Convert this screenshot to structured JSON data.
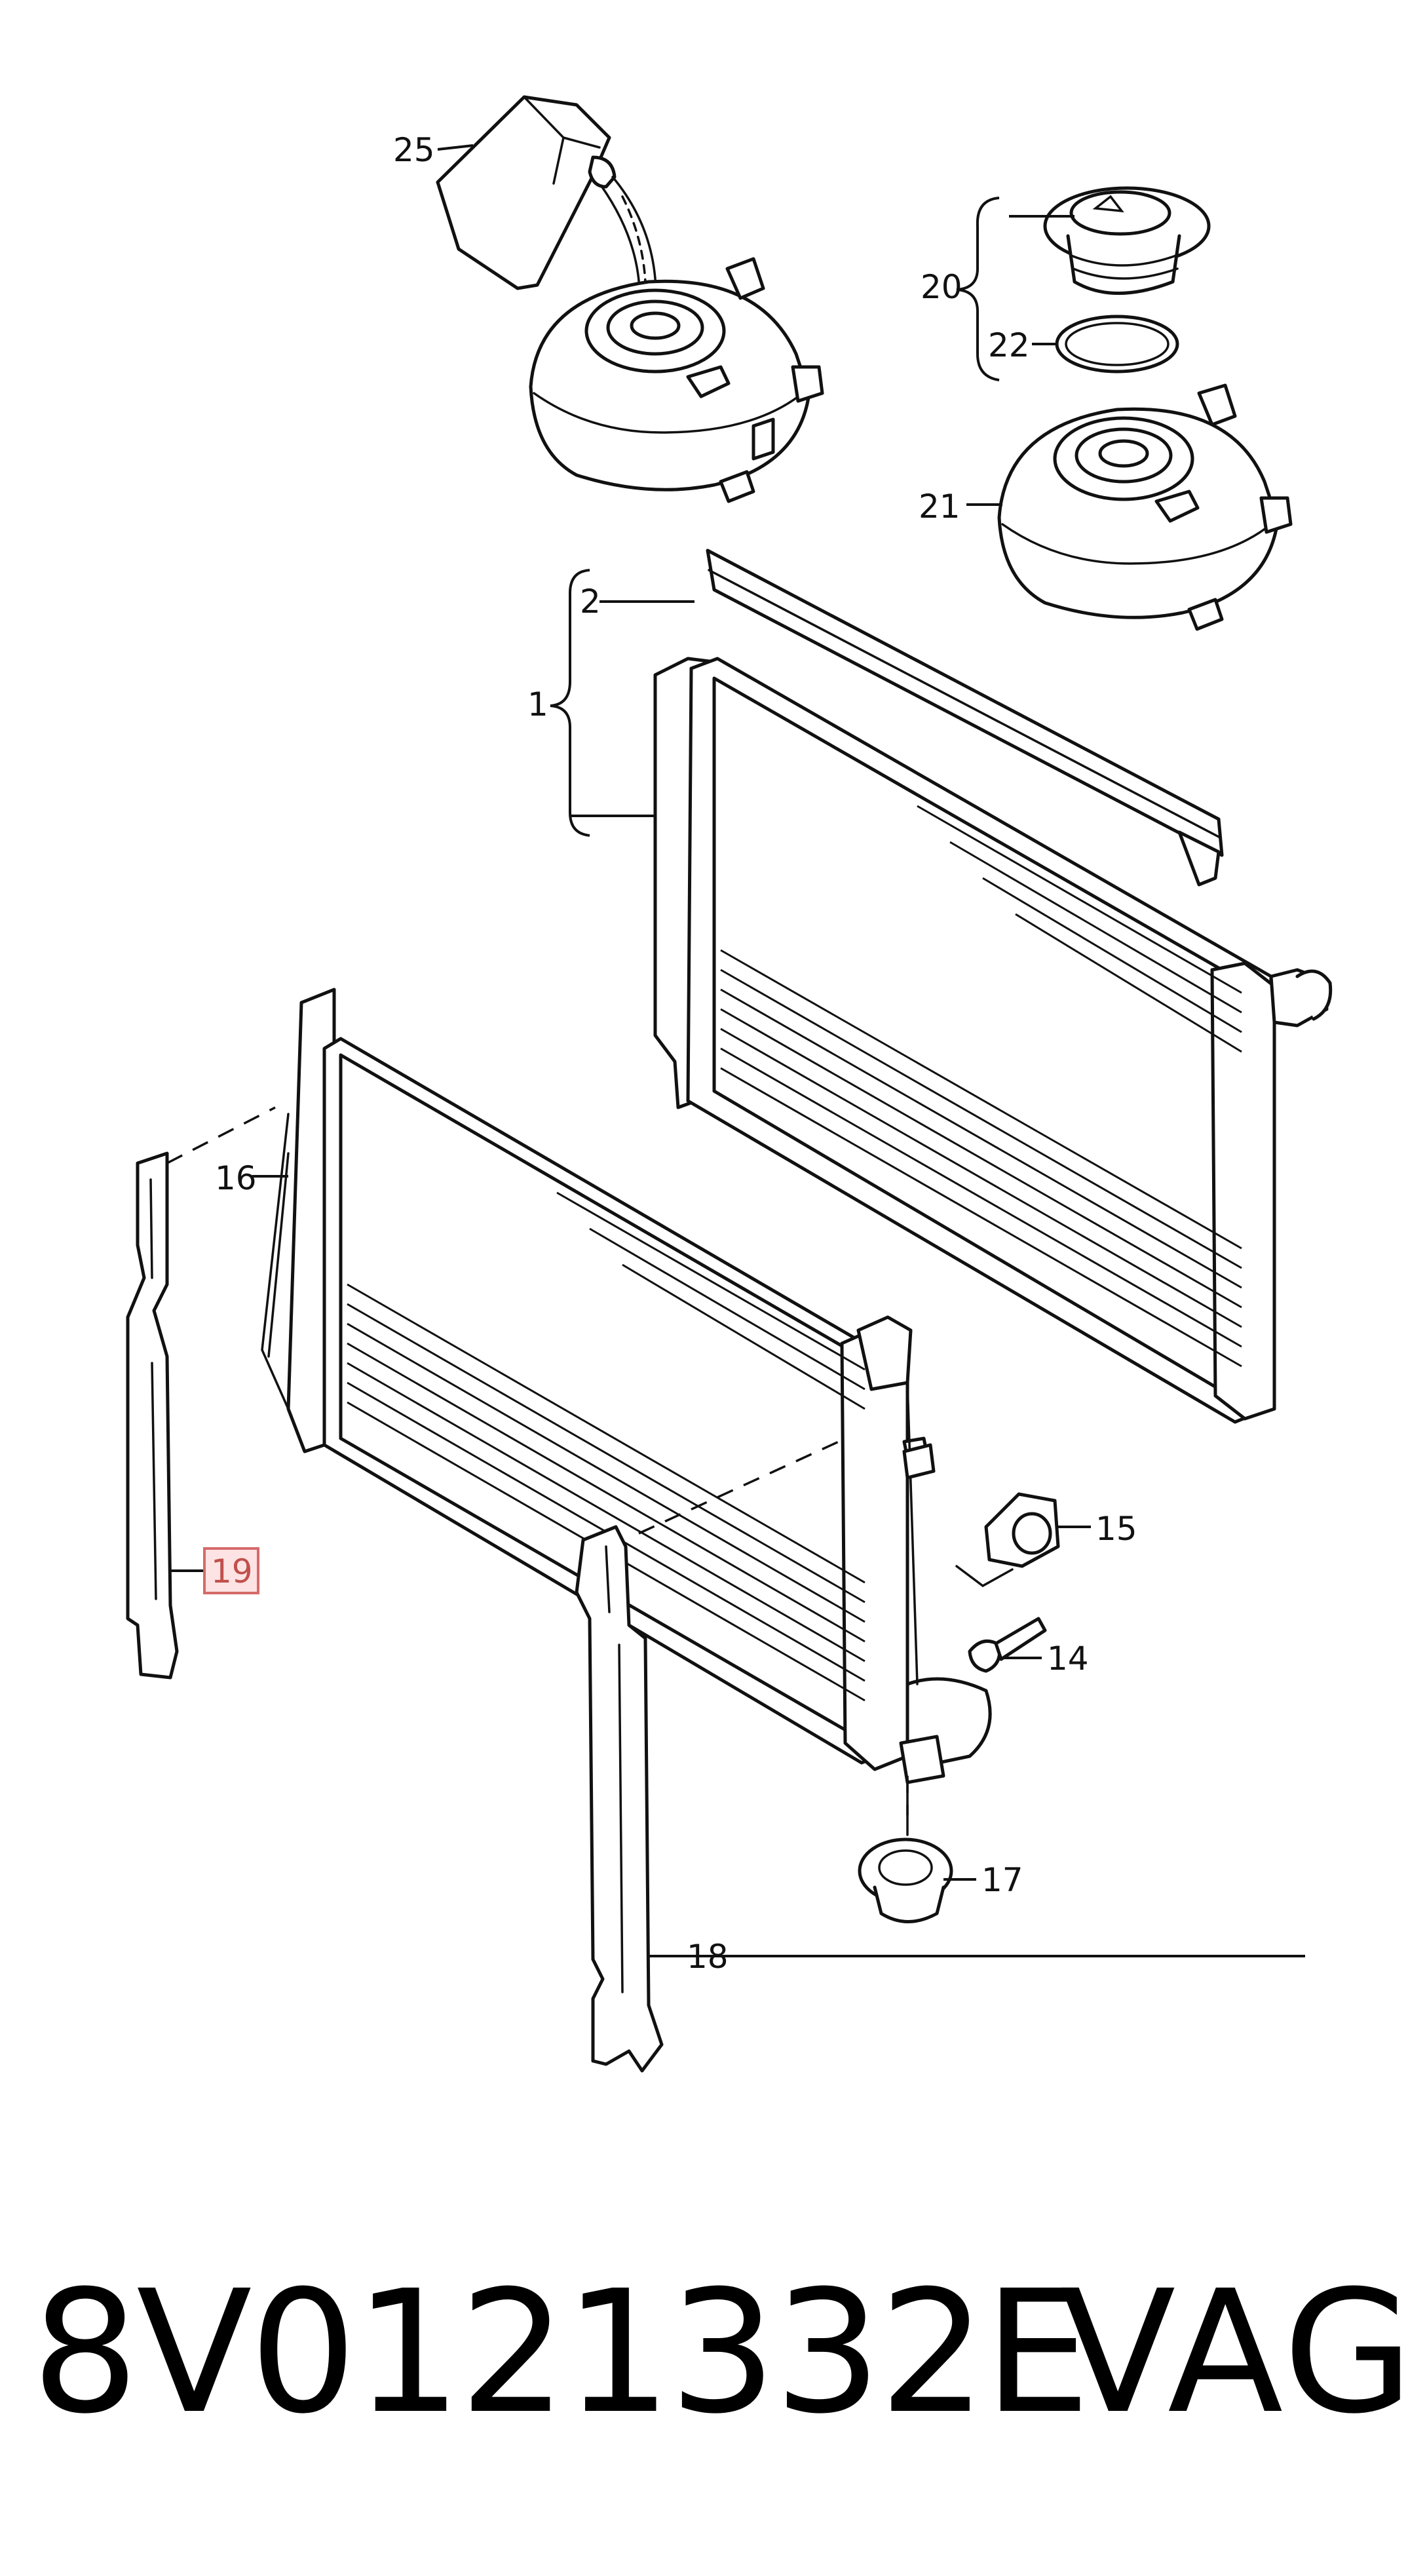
{
  "diagram": {
    "callouts": [
      "1",
      "2",
      "14",
      "15",
      "16",
      "17",
      "18",
      "19",
      "20",
      "21",
      "22",
      "25"
    ],
    "highlighted_callout": "19",
    "highlight_color": "#d66a6a"
  },
  "footer": {
    "part_number": "8V0121332E",
    "brand": "VAG"
  }
}
